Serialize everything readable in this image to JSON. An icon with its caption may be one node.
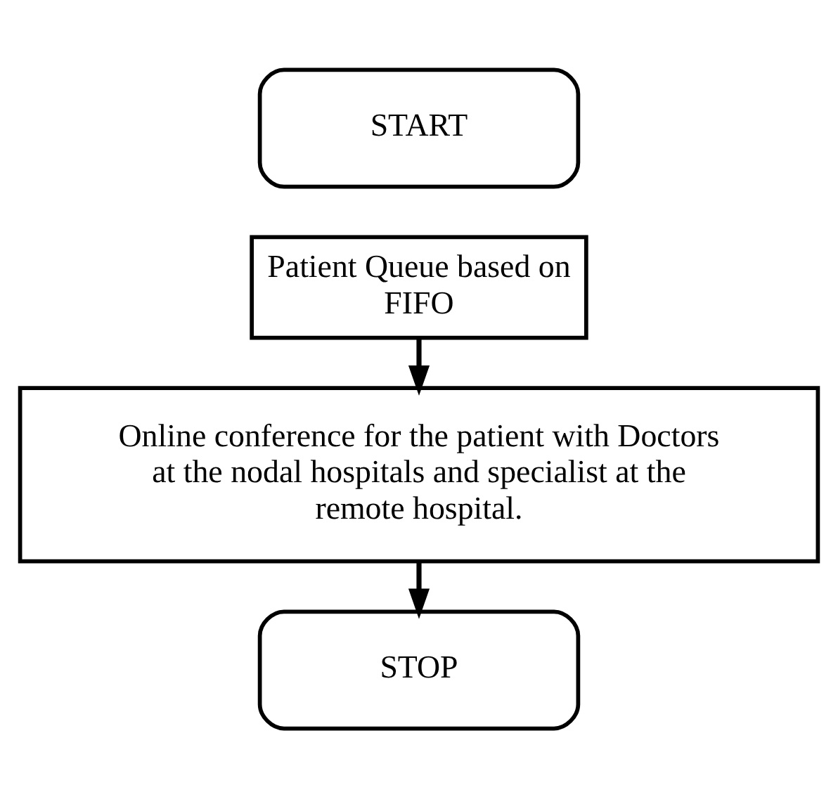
{
  "diagram": {
    "nodes": [
      {
        "text": [
          "START"
        ]
      },
      {
        "text": [
          "Patient Queue based on FIFO"
        ]
      },
      {
        "text": [
          "Online conference for the patient with Doctors at the nodal hospitals and specialist at the remote hospital."
        ]
      },
      {
        "text": [
          "STOP"
        ]
      }
    ],
    "edges": [
      {
        "from": 1,
        "to": 2,
        "arrow": "to"
      },
      {
        "from": 2,
        "to": 3,
        "arrow": "to"
      }
    ]
  }
}
